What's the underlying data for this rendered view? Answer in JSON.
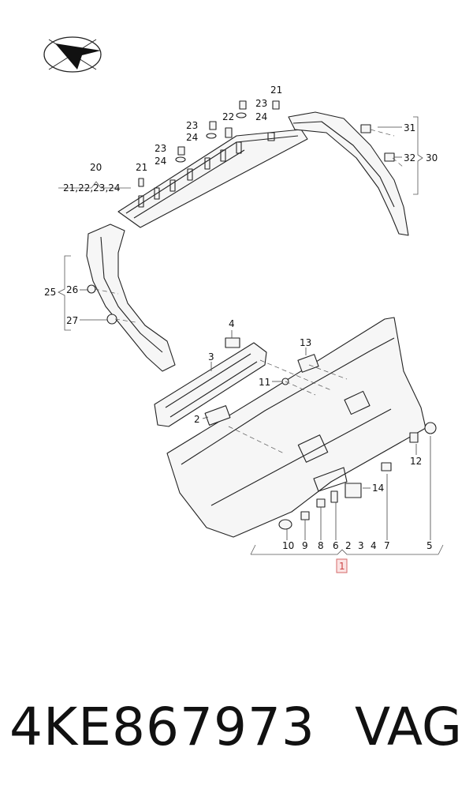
{
  "diagram": {
    "logo_icon": "compass-arrow-icon",
    "callouts": [
      {
        "id": "c21a",
        "text": "21"
      },
      {
        "id": "c23a",
        "text": "23"
      },
      {
        "id": "c24a",
        "text": "24"
      },
      {
        "id": "c22",
        "text": "22"
      },
      {
        "id": "c23b",
        "text": "23"
      },
      {
        "id": "c24b",
        "text": "24"
      },
      {
        "id": "c23c",
        "text": "23"
      },
      {
        "id": "c24c",
        "text": "24"
      },
      {
        "id": "c21b",
        "text": "21"
      },
      {
        "id": "c20",
        "text": "20"
      },
      {
        "id": "c20sub",
        "text": "21,22,23,24"
      },
      {
        "id": "c31",
        "text": "31"
      },
      {
        "id": "c32",
        "text": "32"
      },
      {
        "id": "c30",
        "text": "30"
      },
      {
        "id": "c25",
        "text": "25"
      },
      {
        "id": "c26",
        "text": "26"
      },
      {
        "id": "c27",
        "text": "27"
      },
      {
        "id": "c4",
        "text": "4"
      },
      {
        "id": "c13",
        "text": "13"
      },
      {
        "id": "c3",
        "text": "3"
      },
      {
        "id": "c11",
        "text": "11"
      },
      {
        "id": "c2a",
        "text": "2"
      },
      {
        "id": "c12",
        "text": "12"
      },
      {
        "id": "c14",
        "text": "14"
      },
      {
        "id": "c10",
        "text": "10"
      },
      {
        "id": "c9",
        "text": "9"
      },
      {
        "id": "c8",
        "text": "8"
      },
      {
        "id": "c6",
        "text": "6"
      },
      {
        "id": "c2b",
        "text": "2"
      },
      {
        "id": "c3b",
        "text": "3"
      },
      {
        "id": "c4b",
        "text": "4"
      },
      {
        "id": "c7",
        "text": "7"
      },
      {
        "id": "c5",
        "text": "5"
      },
      {
        "id": "c1",
        "text": "1"
      }
    ]
  },
  "footer": {
    "part_number": "4KE867973",
    "brand": "VAG"
  }
}
